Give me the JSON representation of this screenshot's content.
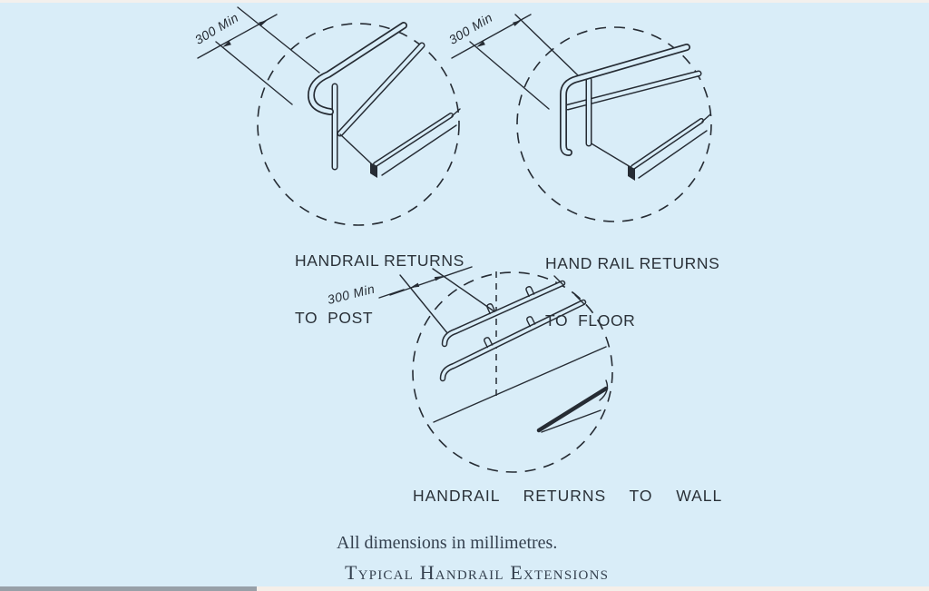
{
  "page": {
    "colors": {
      "bg": "#d9edf8",
      "ink": "#262c34",
      "label": "#2a3138",
      "caption": "#35414f",
      "edge_top": "#f3f0ed",
      "edge_gray": "#98a0a8",
      "edge_light": "#f5efe9"
    }
  },
  "diagram_post": {
    "dimension_label": "300 Min",
    "caption_line1": "HANDRAIL RETURNS",
    "caption_line2": "TO  POST"
  },
  "diagram_floor": {
    "dimension_label": "300 Min",
    "caption_line1": "HAND RAIL RETURNS",
    "caption_line2": "TO  FLOOR"
  },
  "diagram_wall": {
    "dimension_label": "300 Min",
    "caption": "HANDRAIL  RETURNS  TO  WALL"
  },
  "footer": {
    "units_note": "All dimensions in millimetres.",
    "title": "Typical Handrail Extensions"
  }
}
